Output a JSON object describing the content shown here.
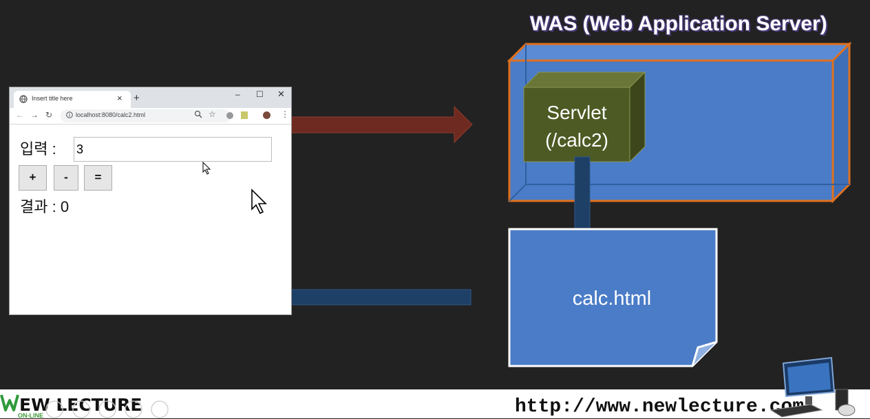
{
  "browser": {
    "tab_title": "Insert title here",
    "url": "localhost:8080/calc2.html",
    "new_tab": "+",
    "tab_close": "×",
    "window_min": "–",
    "window_max": "☐",
    "window_close": "✕"
  },
  "calc": {
    "input_label": "입력 :",
    "input_value": "3",
    "btn_plus": "+",
    "btn_minus": "-",
    "btn_eq": "=",
    "result_label": "결과 : 0"
  },
  "diagram": {
    "was_title": "WAS (Web Application Server)",
    "servlet_line1": "Servlet",
    "servlet_line2": "(/calc2)",
    "doc_label": "calc.html"
  },
  "colors": {
    "background": "#222222",
    "was_fill": "#4a7cc7",
    "was_border": "#e0701e",
    "servlet_fill": "#4e5a24",
    "request_arrow": "#6e2a20",
    "response_arrow": "#1e3f66"
  },
  "footer": {
    "brand": "EW LECTURE",
    "brand_sub": "ON-LINE",
    "url": "http://www.newlecture.com"
  }
}
